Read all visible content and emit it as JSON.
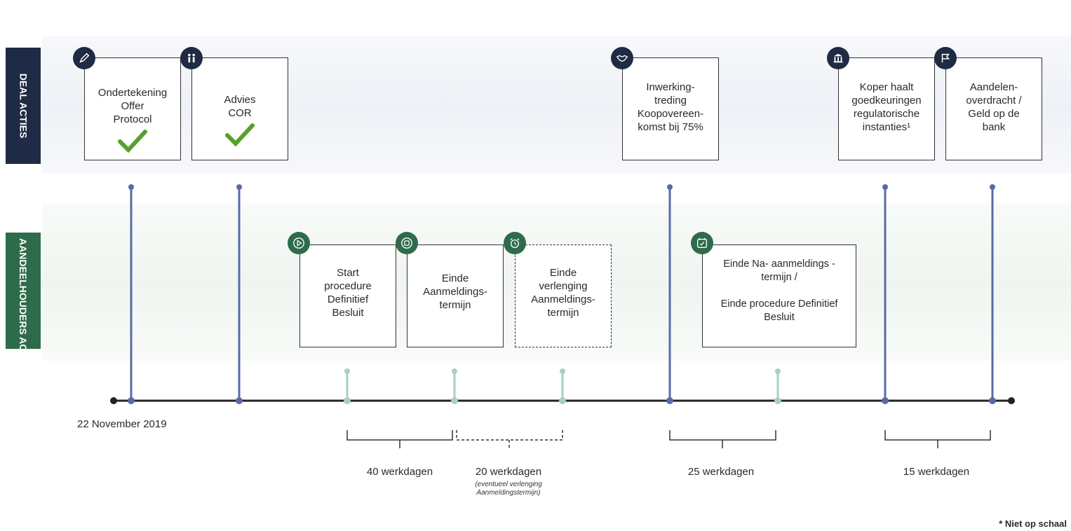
{
  "labels": {
    "deal": "DEAL ACTIES",
    "shareholders": "AANDEELHOUDERS ACTIES"
  },
  "deal_actions": [
    {
      "text": "Ondertekening\nOffer\nProtocol",
      "done": true,
      "icon": "pen-icon"
    },
    {
      "text": "Advies\nCOR",
      "done": true,
      "icon": "people-icon"
    },
    {
      "text": "Inwerking-\ntreding\nKoopovereen-\nkomst bij 75%",
      "done": false,
      "icon": "handshake-icon"
    },
    {
      "text": "Koper haalt\ngoedkeuringen\nregulatorische\ninstanties¹",
      "done": false,
      "icon": "bank-icon"
    },
    {
      "text": "Aandelen-\noverdracht /\nGeld op de\nbank",
      "done": false,
      "icon": "flag-icon"
    }
  ],
  "shareholder_actions": [
    {
      "text": "Start\nprocedure\nDefinitief\nBesluit",
      "icon": "play-icon",
      "dashed": false
    },
    {
      "text": "Einde\nAanmeldings-\ntermijn",
      "icon": "stop-icon",
      "dashed": false
    },
    {
      "text": "Einde\nverlenging\nAanmeldings-\ntermijn",
      "icon": "alarm-clock-icon",
      "dashed": true
    },
    {
      "text": "Einde Na- aanmeldings -\ntermijn /\n\nEinde procedure Definitief\nBesluit",
      "icon": "calendar-check-icon",
      "dashed": false
    }
  ],
  "timeline": {
    "start_date": "22 November 2019"
  },
  "durations": [
    {
      "label": "40 werkdagen",
      "note": ""
    },
    {
      "label": "20 werkdagen",
      "note": "(eventueel verlenging\nAanmeldingstermijn)"
    },
    {
      "label": "25 werkdagen",
      "note": ""
    },
    {
      "label": "15 werkdagen",
      "note": ""
    }
  ],
  "footnote": "* Niet op schaal",
  "colors": {
    "deal": "#1f2a44",
    "deal_line": "#5a6aa8",
    "shareholder": "#2e6b4a",
    "shareholder_line": "#a9cfc2",
    "check": "#5aa02c"
  }
}
